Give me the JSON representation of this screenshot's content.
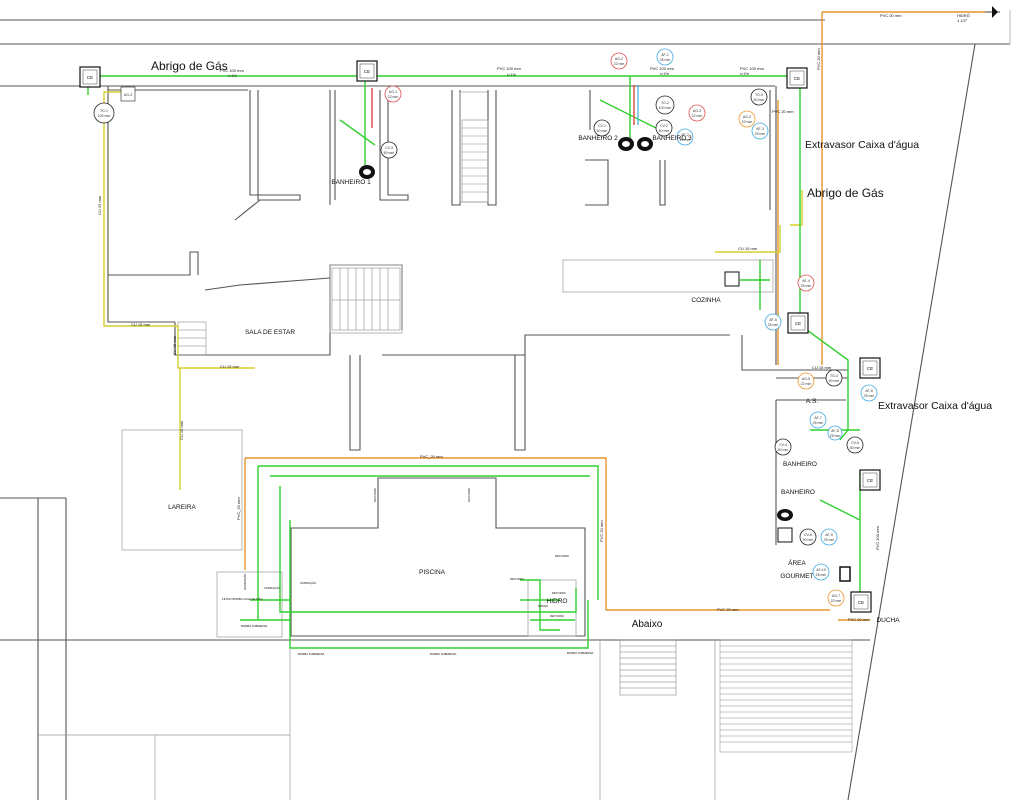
{
  "rooms": {
    "banheiro_1": "BANHEIRO\n1",
    "banheiro_2": "BANHEIRO\n2",
    "banheiro_3": "BANHEIRO\n3",
    "cozinha": "COZINHA",
    "sala_estar": "SALA DE ESTAR",
    "lareira": "LAREIRA",
    "piscina": "PISCINA",
    "hidro": "HIDRO",
    "as": "A.S.",
    "banheiro_4": "BANHEIRO",
    "banheiro_5": "BANHEIRO",
    "area_gourmet_1": "ÁREA",
    "area_gourmet_2": "GOURMET",
    "ducha": "DUCHA",
    "abaixo": "Abaixo"
  },
  "callouts": {
    "abrigo_gas_1": "Abrigo de Gás",
    "abrigo_gas_2": "Abrigo de Gás",
    "extravasor_1": "Extravasor Caixa d'água",
    "extravasor_2": "Extravasor Caixa d'água"
  },
  "pipes": {
    "pvc100_a": "PVC 100 mm",
    "i1_a": "i=1%",
    "pvc100_b": "PVC 100 mm",
    "i1_b": "i=1%",
    "pvc100_c": "PVC 100 mm",
    "i1_c": "i=1%",
    "pvc100_d": "PVC 100 mm",
    "i1_d": "i=1%",
    "pvc20_top": "PVC 20 mm",
    "pvc20_right": "PVC 20 mm",
    "pvc20_r2": "PVC 20 mm",
    "pvc20_pool_top": "PVC_20 mm",
    "pvc20_pool_left": "PVC_20 mm",
    "pvc20_pool_right": "PVC 20 mm",
    "pvc20_bottom": "PVC 20 mm",
    "pvc20_ducha": "PVC 20 mm",
    "cu15_a": "CU 15 mm",
    "cu15_b": "CU 15 mm",
    "cu15_c": "CU 15 mm",
    "cu15_d": "CU 15 mm",
    "cu15_e": "CU 15 mm",
    "cu15_f": "CU 15 mm",
    "cu15_g": "CU 15 mm",
    "pvc100_e": "PVC 100 mm",
    "hidro_top": "HIDRÔ",
    "hidro_dn": "1 1/2\""
  },
  "ce_label": "CE",
  "bubbles": {
    "tg1": [
      "TG-1",
      "100 mm"
    ],
    "ag3": [
      "AG-3",
      ""
    ],
    "ag1": [
      "AG-1",
      "22 mm"
    ],
    "cv3": [
      "CV-3",
      "50 mm"
    ],
    "ag2": [
      "AG-2",
      "22 mm"
    ],
    "af1": [
      "AF-1",
      "25 mm"
    ],
    "tg2": [
      "TG-2",
      "100 mm"
    ],
    "ag4": [
      "AG-3",
      "22 mm"
    ],
    "cv1": [
      "CV-1",
      "50 mm"
    ],
    "cv2": [
      "CV-2",
      "50 mm"
    ],
    "af2": [
      "AF-2",
      "25 mm"
    ],
    "tg3": [
      "TG-3",
      "50 mm"
    ],
    "ag5": [
      "AG-2",
      "22 mm"
    ],
    "af3": [
      "AF-3",
      "25 mm"
    ],
    "af4": [
      "AF-4",
      "25 mm"
    ],
    "af5": [
      "AF-5",
      "25 mm"
    ],
    "tg4": [
      "TG-4",
      "50 mm"
    ],
    "ag6": [
      "AG-5",
      "22 mm"
    ],
    "af6": [
      "AF-6",
      "25 mm"
    ],
    "af7": [
      "AF-7",
      "25 mm"
    ],
    "cv4": [
      "CV-4",
      "50 mm"
    ],
    "cv5": [
      "CV-5",
      "50 mm"
    ],
    "cv6": [
      "CV-6",
      "50 mm"
    ],
    "af8": [
      "AF-8",
      "25 mm"
    ],
    "af9": [
      "AF-9",
      "25 mm"
    ],
    "af10": [
      "AF-10",
      "25 mm"
    ],
    "ag7": [
      "AG-7",
      "22 mm"
    ]
  },
  "pool_tags": {
    "retorno_a": "RETORNO",
    "retorno_b": "RETORNO",
    "retorno_c": "RETORNO",
    "retorno_d": "RETORNO",
    "retorno_e": "RETORNO",
    "retorno_f": "RETORNO",
    "aspiracao_a": "ASPIRAÇÃO",
    "aspiracao_b": "ASPIRAÇÃO",
    "aspiracao_c": "ASPIRAÇÃO",
    "bomba_a": "BOMBA SUBMERSA",
    "bomba_b": "BOMBA SUBMERSA",
    "bomba_c": "BOMBA SUBMERSA",
    "bomba_d": "BOMBA SUBMERSA",
    "dreno": "DRENO",
    "filtro": "FILTRO\nBOMBA\nCASA DE\nMÁQ."
  },
  "colors": {
    "water_pipe": "#2fd02f",
    "gas_pipe": "#d6cf2a",
    "drain_pipe": "#e8952b",
    "bubble_red": "#e05050",
    "bubble_blue": "#3da8e0",
    "bubble_orange": "#e8952b",
    "bubble_black": "#222222"
  }
}
